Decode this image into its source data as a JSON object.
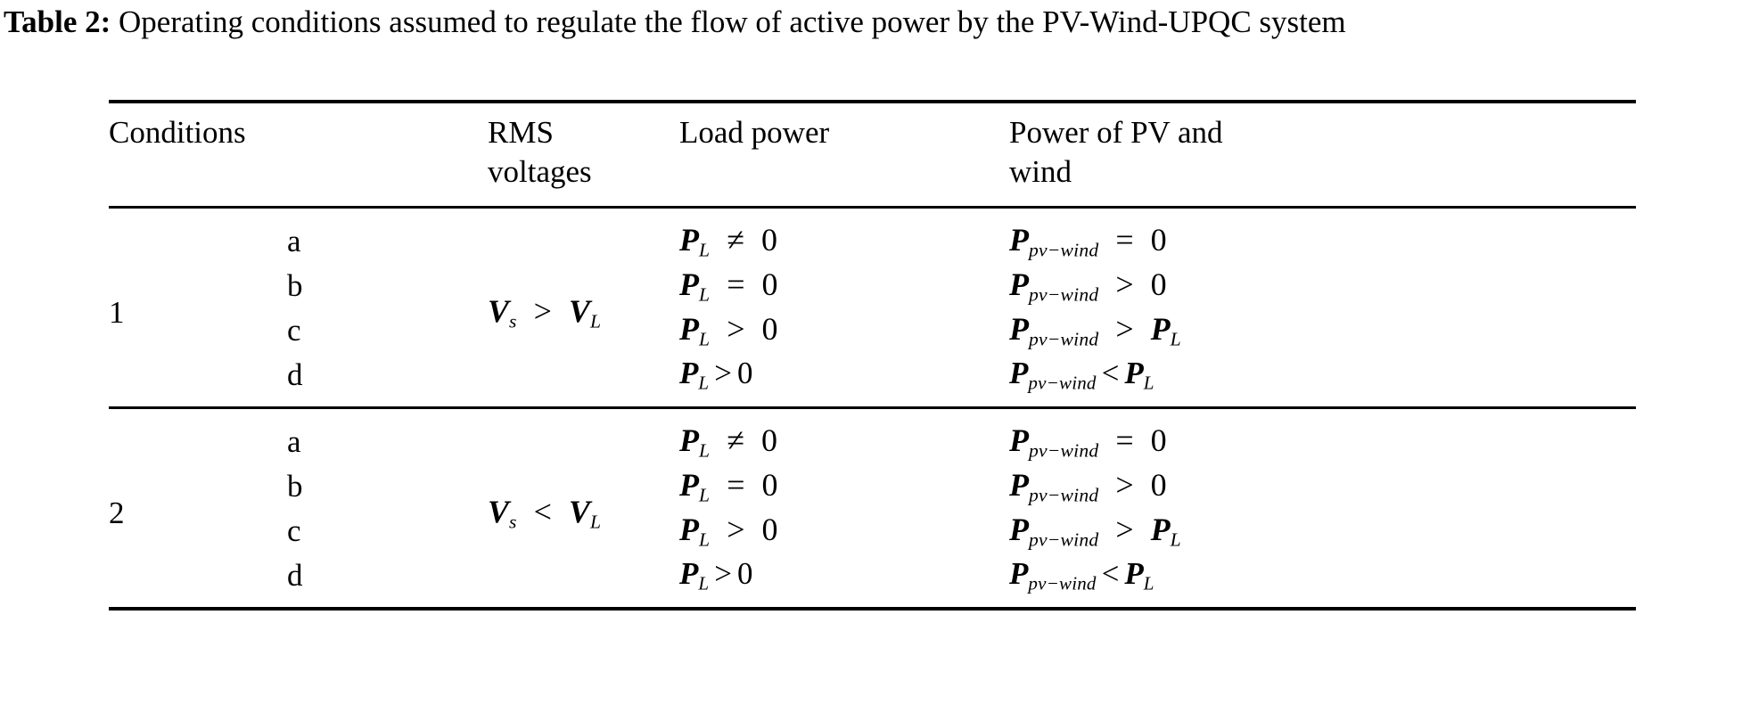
{
  "caption": {
    "label": "Table 2:",
    "text": " Operating conditions assumed to regulate the flow of active power by the PV-Wind-UPQC system"
  },
  "table": {
    "headers": {
      "conditions": "Conditions",
      "rms_voltages_line1": "RMS",
      "rms_voltages_line2": "voltages",
      "load_power": "Load power",
      "pv_wind_power_line1": "Power of PV and",
      "pv_wind_power_line2": "wind"
    },
    "blocks": [
      {
        "condition": "1",
        "rms_voltage": {
          "lhs_var": "V",
          "lhs_sub": "s",
          "op": ">",
          "rhs_var": "V",
          "rhs_sub": "L"
        },
        "rows": [
          {
            "sublabel": "a",
            "load_power": {
              "var": "P",
              "sub": "L",
              "op": "≠",
              "rhs": "0",
              "rhs_sub": ""
            },
            "pv_wind": {
              "var": "P",
              "sub": "pv−wind",
              "op": "=",
              "rhs": "0",
              "rhs_sub": ""
            },
            "spacing": "wide"
          },
          {
            "sublabel": "b",
            "load_power": {
              "var": "P",
              "sub": "L",
              "op": "=",
              "rhs": "0",
              "rhs_sub": ""
            },
            "pv_wind": {
              "var": "P",
              "sub": "pv−wind",
              "op": ">",
              "rhs": "0",
              "rhs_sub": ""
            },
            "spacing": "wide"
          },
          {
            "sublabel": "c",
            "load_power": {
              "var": "P",
              "sub": "L",
              "op": ">",
              "rhs": "0",
              "rhs_sub": ""
            },
            "pv_wind": {
              "var": "P",
              "sub": "pv−wind",
              "op": ">",
              "rhs": "P",
              "rhs_sub": "L"
            },
            "spacing": "wide"
          },
          {
            "sublabel": "d",
            "load_power": {
              "var": "P",
              "sub": "L",
              "op": ">",
              "rhs": "0",
              "rhs_sub": ""
            },
            "pv_wind": {
              "var": "P",
              "sub": "pv−wind",
              "op": "<",
              "rhs": "P",
              "rhs_sub": "L"
            },
            "spacing": "tight"
          }
        ]
      },
      {
        "condition": "2",
        "rms_voltage": {
          "lhs_var": "V",
          "lhs_sub": "s",
          "op": "<",
          "rhs_var": "V",
          "rhs_sub": "L"
        },
        "rows": [
          {
            "sublabel": "a",
            "load_power": {
              "var": "P",
              "sub": "L",
              "op": "≠",
              "rhs": "0",
              "rhs_sub": ""
            },
            "pv_wind": {
              "var": "P",
              "sub": "pv−wind",
              "op": "=",
              "rhs": "0",
              "rhs_sub": ""
            },
            "spacing": "wide"
          },
          {
            "sublabel": "b",
            "load_power": {
              "var": "P",
              "sub": "L",
              "op": "=",
              "rhs": "0",
              "rhs_sub": ""
            },
            "pv_wind": {
              "var": "P",
              "sub": "pv−wind",
              "op": ">",
              "rhs": "0",
              "rhs_sub": ""
            },
            "spacing": "wide"
          },
          {
            "sublabel": "c",
            "load_power": {
              "var": "P",
              "sub": "L",
              "op": ">",
              "rhs": "0",
              "rhs_sub": ""
            },
            "pv_wind": {
              "var": "P",
              "sub": "pv−wind",
              "op": ">",
              "rhs": "P",
              "rhs_sub": "L"
            },
            "spacing": "wide"
          },
          {
            "sublabel": "d",
            "load_power": {
              "var": "P",
              "sub": "L",
              "op": ">",
              "rhs": "0",
              "rhs_sub": ""
            },
            "pv_wind": {
              "var": "P",
              "sub": "pv−wind",
              "op": "<",
              "rhs": "P",
              "rhs_sub": "L"
            },
            "spacing": "tight"
          }
        ]
      }
    ]
  },
  "colors": {
    "text": "#000000",
    "rule": "#000000",
    "background": "#ffffff"
  }
}
